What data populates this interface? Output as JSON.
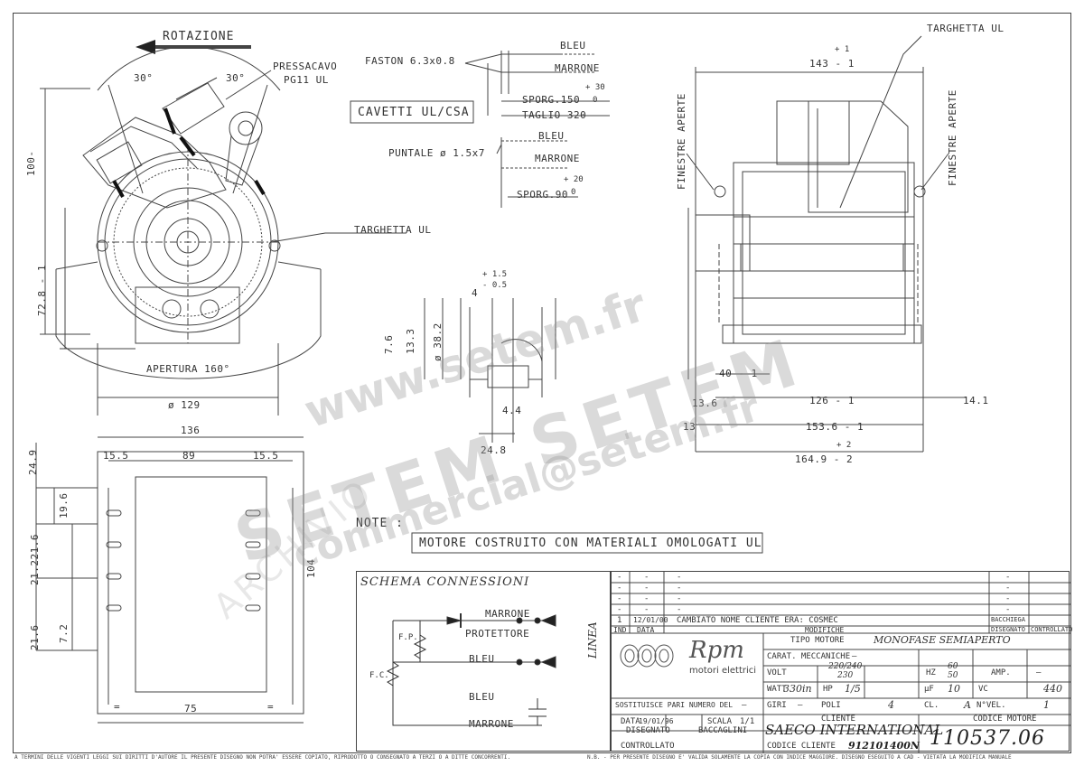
{
  "left_view": {
    "rotation_label": "ROTAZIONE",
    "angle_left": "30°",
    "angle_right": "30°",
    "cable_gland": "PRESSACAVO",
    "cable_gland_code": "PG11 UL",
    "dim_100": "100-",
    "dim_72_8": "72.8 - 1",
    "aperture": "APERTURA 160°",
    "dim_129": "ø 129",
    "nameplate": "TARGHETTA UL"
  },
  "wires": {
    "faston": "FASTON 6.3x0.8",
    "bleu_1": "BLEU",
    "marrone_1": "MARRONE",
    "sporg_150": "SPORG.150",
    "sporg_150_tol": "+ 30",
    "sporg_150_tol2": "0",
    "taglio": "TAGLIO 320",
    "cavetti": "CAVETTI UL/CSA",
    "puntale": "PUNTALE ø 1.5x7",
    "bleu_2": "BLEU",
    "marrone_2": "MARRONE",
    "sporg_90": "SPORG.90",
    "sporg_90_tol": "+ 20",
    "sporg_90_tol2": "0"
  },
  "right_view": {
    "nameplate": "TARGHETTA UL",
    "window_left": "FINESTRE APERTE",
    "window_right": "FINESTRE APERTE",
    "dim_143": "143 - 1",
    "dim_143_tol": "+ 1",
    "dim_40": "40 - 1",
    "dim_126": "126 - 1",
    "dim_13_6": "13.6",
    "dim_14_1": "14.1",
    "dim_153_6": "153.6 - 1",
    "dim_164_9": "164.9 - 2",
    "dim_164_tol": "+ 2",
    "dim_13": "13"
  },
  "center_detail": {
    "tol_top": "+ 1.5",
    "tol_bottom": "- 0.5",
    "dim_4": "4",
    "dim_24_8": "24.8",
    "dim_4_4": "4.4",
    "dim_7_6": "7.6",
    "dim_38_2": "ø 38.2",
    "dim_13_3": "13.3"
  },
  "bottom_view": {
    "dim_136": "136",
    "dim_89": "89",
    "dim_15_5_left": "15.5",
    "dim_15_5_right": "15.5",
    "dim_24_9": "24.9",
    "dim_19_6": "19.6",
    "dim_21_2": "21.221.6",
    "dim_21_6": "21.6",
    "dim_7_2": "7.2",
    "dim_75": "75",
    "dim_eq_left": "=",
    "dim_eq_right": "=",
    "dim_side": "104"
  },
  "notes": {
    "label": "NOTE :",
    "note_text": "MOTORE COSTRUITO CON MATERIALI OMOLOGATI UL"
  },
  "schema": {
    "title": "SCHEMA CONNESSIONI",
    "marrone_top": "MARRONE",
    "protettore": "PROTETTORE",
    "bleu_mid": "BLEU",
    "bleu_low": "BLEU",
    "marrone_low": "MARRONE",
    "linea": "LINEA",
    "fp": "F.P.",
    "fc": "F.C."
  },
  "revisions": {
    "rows": [
      {
        "ind": "-",
        "data": "-",
        "mod": "-",
        "dis": "-"
      },
      {
        "ind": "-",
        "data": "-",
        "mod": "-",
        "dis": "-"
      },
      {
        "ind": "-",
        "data": "-",
        "mod": "-",
        "dis": "-"
      },
      {
        "ind": "-",
        "data": "-",
        "mod": "-",
        "dis": "-"
      },
      {
        "ind": "1",
        "data": "12/01/00",
        "mod": "CAMBIATO NOME CLIENTE ERA: COSMEC",
        "dis": "BACCHIEGA"
      }
    ],
    "h_ind": "IND",
    "h_data": "DATA",
    "h_mod": "MODIFICHE",
    "h_dis": "DISEGNATO",
    "h_ctrl": "CONTROLLATO"
  },
  "title_block": {
    "company": "Rpm",
    "company_sub": "motori elettrici",
    "tipo_label": "TIPO MOTORE",
    "tipo_value": "MONOFASE SEMIAPERTO",
    "carat_label": "CARAT. MECCANICHE",
    "carat_value": "—",
    "volt_label": "VOLT",
    "volt_value": "220/240",
    "volt_value2": "230",
    "hz_label": "HZ",
    "hz_value": "60",
    "hz_value2": "50",
    "amp_label": "AMP.",
    "amp_value": "—",
    "watt_label": "WATT",
    "watt_value": "330in",
    "hp_label": "HP",
    "hp_value": "1/5",
    "uf_label": "µF",
    "uf_value": "10",
    "vc_label": "VC",
    "vc_value": "440",
    "giri_label": "GIRI",
    "giri_value": "—",
    "poli_label": "POLI",
    "poli_value": "4",
    "cl_label": "CL.",
    "cl_value": "A",
    "vel_label": "N°VEL.",
    "vel_value": "1",
    "sostituisce_label": "SOSTITUISCE PARI NUMERO DEL",
    "sostituisce_value": "—",
    "data_label": "DATA",
    "data_value": "19/01/96",
    "scala_label": "SCALA",
    "scala_value": "1/1",
    "disegnato_label": "DISEGNATO",
    "disegnato_value": "BACCAGLINI",
    "controllato_label": "CONTROLLATO",
    "cliente_label": "CLIENTE",
    "cliente_value": "SAECO INTERNATIONAL",
    "codice_cliente_label": "CODICE CLIENTE",
    "codice_cliente_value": "912101400N",
    "codice_motore_label": "CODICE MOTORE",
    "codice_motore_value": "110537.06"
  },
  "footer": {
    "legal_left": "A TERMINI DELLE VIGENTI LEGGI SUI DIRITTI D'AUTORE IL PRESENTE DISEGNO NON POTRA' ESSERE COPIATO, RIPRODOTTO O CONSEGNATO A TERZI O A DITTE CONCORRENTI.",
    "legal_right": "N.B. - PER PRESENTE DISEGNO E' VALIDA SOLAMENTE LA COPIA CON INDICE MAGGIORE.   DISEGNO ESEGUITO A CAD - VIETATA LA MODIFICA MANUALE"
  },
  "watermark": {
    "line1": "www.setem.fr",
    "line2": "SETEM SETEM",
    "line3": "commercial@setem.fr",
    "archive": "ARCHIVIO"
  }
}
